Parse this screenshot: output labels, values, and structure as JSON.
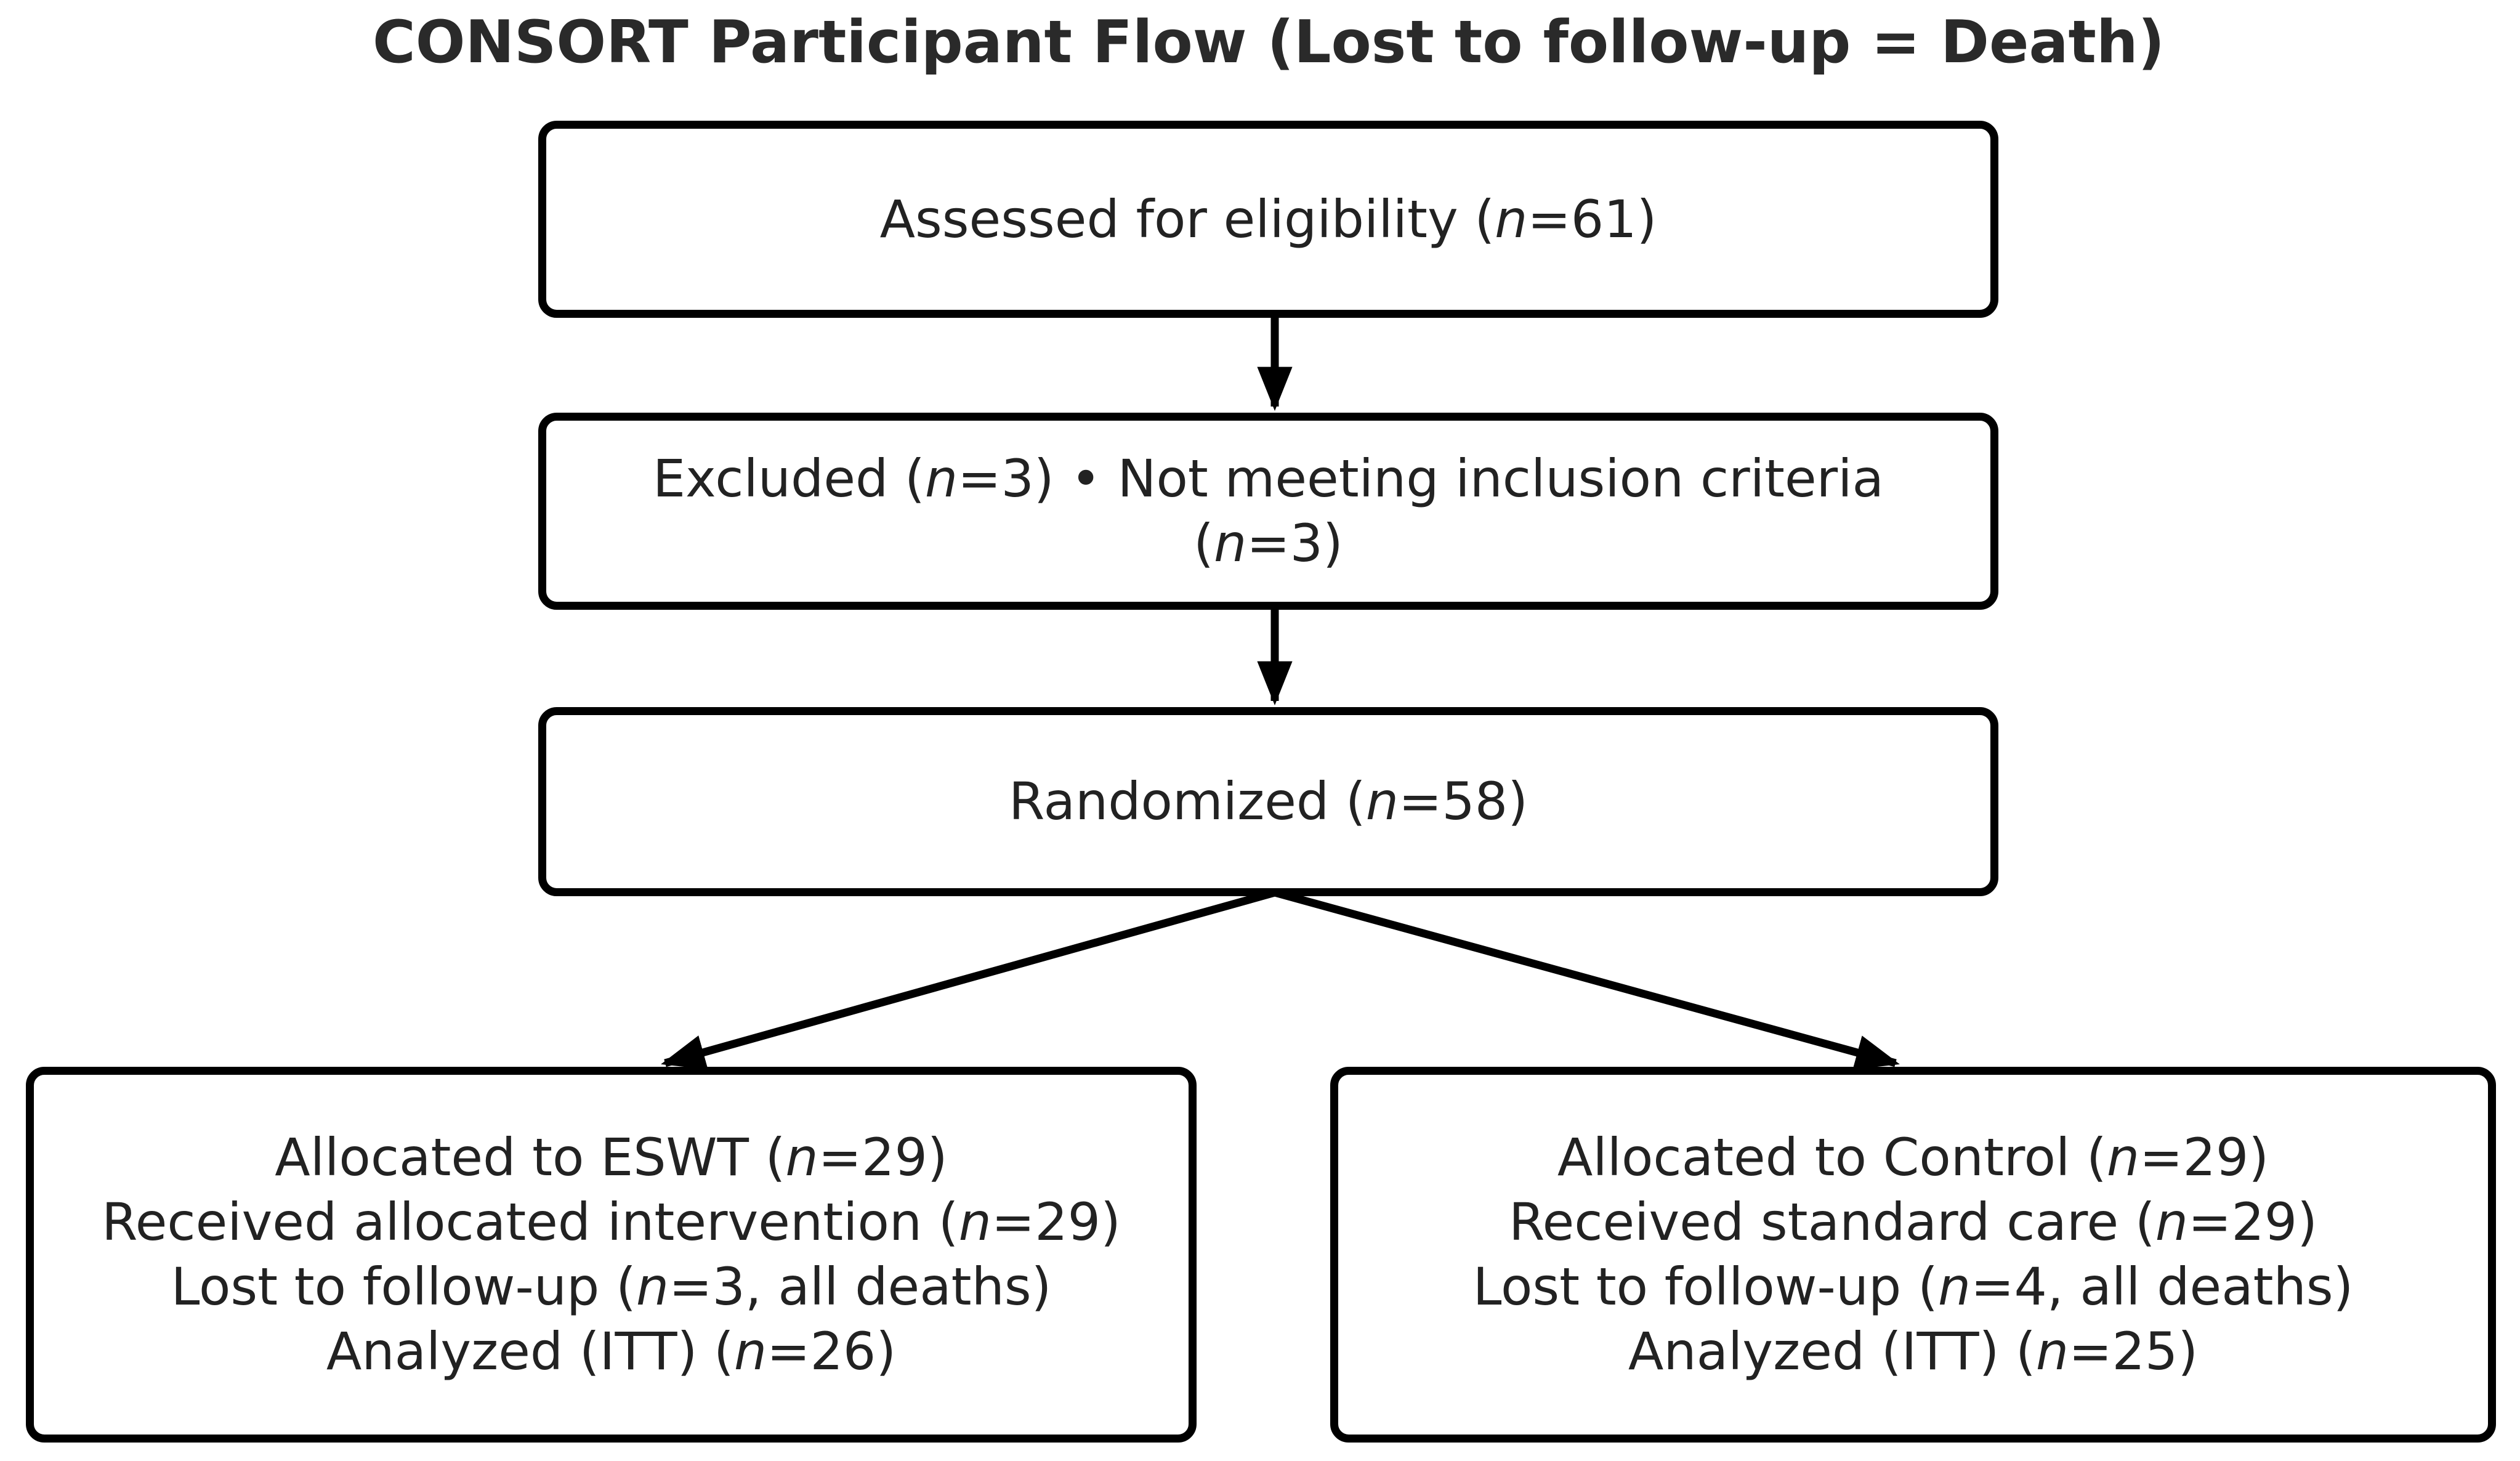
{
  "title": "CONSORT Participant Flow (Lost to follow-up = Death)",
  "colors": {
    "background": "#ffffff",
    "box_fill": "#ffffff",
    "box_border": "#000000",
    "arrow": "#000000",
    "text": "#222222",
    "title_text": "#2a2a2a"
  },
  "boxes": {
    "assessed": {
      "lines": [
        [
          {
            "t": "Assessed for eligibility ("
          },
          {
            "t": "n",
            "i": true
          },
          {
            "t": "=61)"
          }
        ]
      ]
    },
    "excluded": {
      "lines": [
        [
          {
            "t": "Excluded ("
          },
          {
            "t": "n",
            "i": true
          },
          {
            "t": "=3) • Not meeting inclusion criteria"
          }
        ],
        [
          {
            "t": "("
          },
          {
            "t": "n",
            "i": true
          },
          {
            "t": "=3)"
          }
        ]
      ]
    },
    "randomized": {
      "lines": [
        [
          {
            "t": "Randomized ("
          },
          {
            "t": "n",
            "i": true
          },
          {
            "t": "=58)"
          }
        ]
      ]
    },
    "eswt": {
      "lines": [
        [
          {
            "t": "Allocated to ESWT ("
          },
          {
            "t": "n",
            "i": true
          },
          {
            "t": "=29)"
          }
        ],
        [
          {
            "t": "Received allocated intervention ("
          },
          {
            "t": "n",
            "i": true
          },
          {
            "t": "=29)"
          }
        ],
        [
          {
            "t": "Lost to follow-up ("
          },
          {
            "t": "n",
            "i": true
          },
          {
            "t": "=3, all deaths)"
          }
        ],
        [
          {
            "t": "Analyzed (ITT) ("
          },
          {
            "t": "n",
            "i": true
          },
          {
            "t": "=26)"
          }
        ]
      ]
    },
    "control": {
      "lines": [
        [
          {
            "t": "Allocated to Control ("
          },
          {
            "t": "n",
            "i": true
          },
          {
            "t": "=29)"
          }
        ],
        [
          {
            "t": "Received standard care ("
          },
          {
            "t": "n",
            "i": true
          },
          {
            "t": "=29)"
          }
        ],
        [
          {
            "t": "Lost to follow-up ("
          },
          {
            "t": "n",
            "i": true
          },
          {
            "t": "=4, all deaths)"
          }
        ],
        [
          {
            "t": "Analyzed (ITT) ("
          },
          {
            "t": "n",
            "i": true
          },
          {
            "t": "=25)"
          }
        ]
      ]
    }
  },
  "arrows": [
    {
      "name": "arrow-assessed-to-excluded"
    },
    {
      "name": "arrow-excluded-to-randomized"
    },
    {
      "name": "arrow-randomized-to-eswt"
    },
    {
      "name": "arrow-randomized-to-control"
    }
  ]
}
